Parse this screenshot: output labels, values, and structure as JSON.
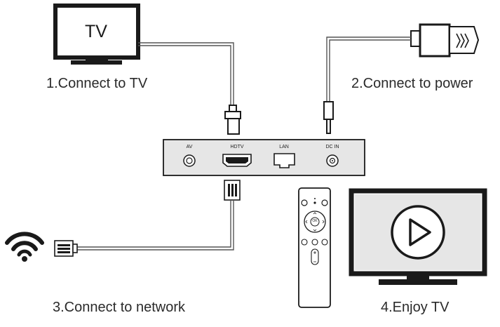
{
  "steps": [
    {
      "label": "1.Connect to TV"
    },
    {
      "label": "2.Connect to power"
    },
    {
      "label": "3.Connect to network"
    },
    {
      "label": "4.Enjoy TV"
    }
  ],
  "tv_screen_text": "TV",
  "ports": [
    {
      "label": "AV"
    },
    {
      "label": "HDTV"
    },
    {
      "label": "LAN"
    },
    {
      "label": "DC IN"
    }
  ],
  "remote": {
    "ok_label": "OK"
  },
  "colors": {
    "line": "#1a1a1a",
    "box_fill": "#e6e6e6",
    "screen_gray": "#dcdcdc",
    "wire": "#555555"
  },
  "icons": [
    "tv-icon",
    "power-adapter-icon",
    "hdmi-plug-icon",
    "dc-plug-icon",
    "ethernet-plug-icon",
    "wifi-icon",
    "remote-control-icon",
    "play-icon"
  ]
}
